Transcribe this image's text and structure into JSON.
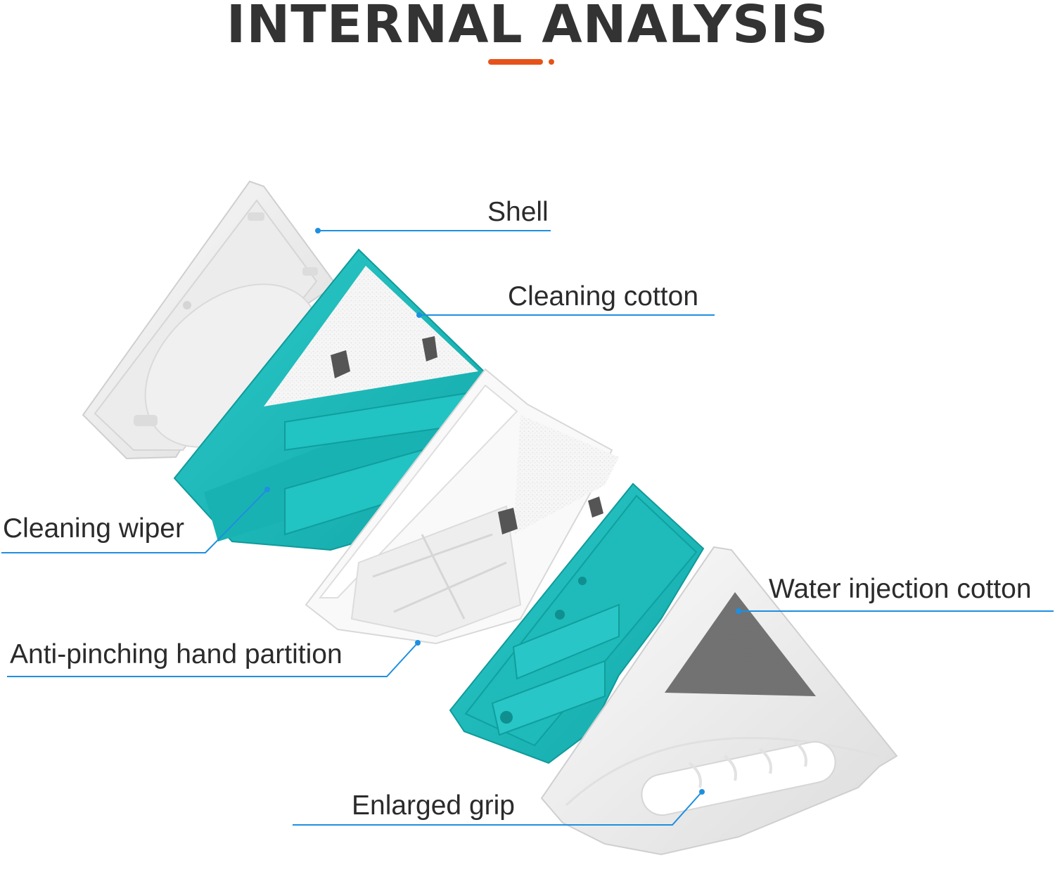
{
  "title": "INTERNAL ANALYSIS",
  "colors": {
    "title": "#333333",
    "accent": "#e5531a",
    "leader": "#1e8fe0",
    "teal": "#1bbcbc",
    "teal_dark": "#139c9c",
    "shell": "#f4f4f4",
    "felt": "#6b6b6b"
  },
  "labels": {
    "shell": "Shell",
    "cleaning_cotton": "Cleaning cotton",
    "cleaning_wiper": "Cleaning wiper",
    "water_injection_cotton": "Water injection cotton",
    "anti_pinching": "Anti-pinching hand partition",
    "enlarged_grip": "Enlarged grip"
  }
}
